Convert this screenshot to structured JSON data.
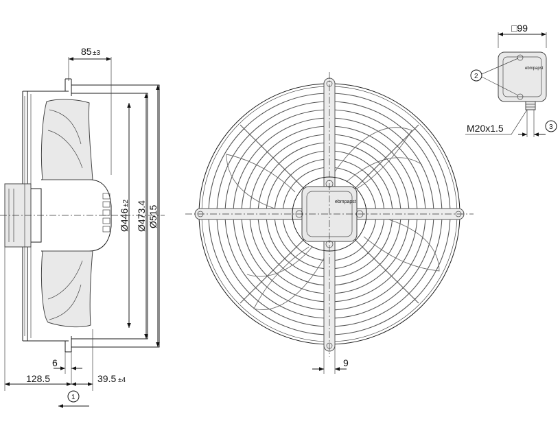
{
  "dimensions": {
    "depth_85": "85",
    "depth_85_tol": "±3",
    "dia_446": "Ø446",
    "dia_446_tol": "±2",
    "dia_4734": "Ø473.4",
    "dia_515": "Ø515",
    "d_6": "6",
    "d_1285": "128.5",
    "d_395": "39.5",
    "d_395_tol": "±4",
    "d_9": "9",
    "box_99": "□99",
    "thread": "M20x1.5"
  },
  "callouts": [
    "1",
    "2",
    "3"
  ],
  "logo_text": "ebmpapst"
}
